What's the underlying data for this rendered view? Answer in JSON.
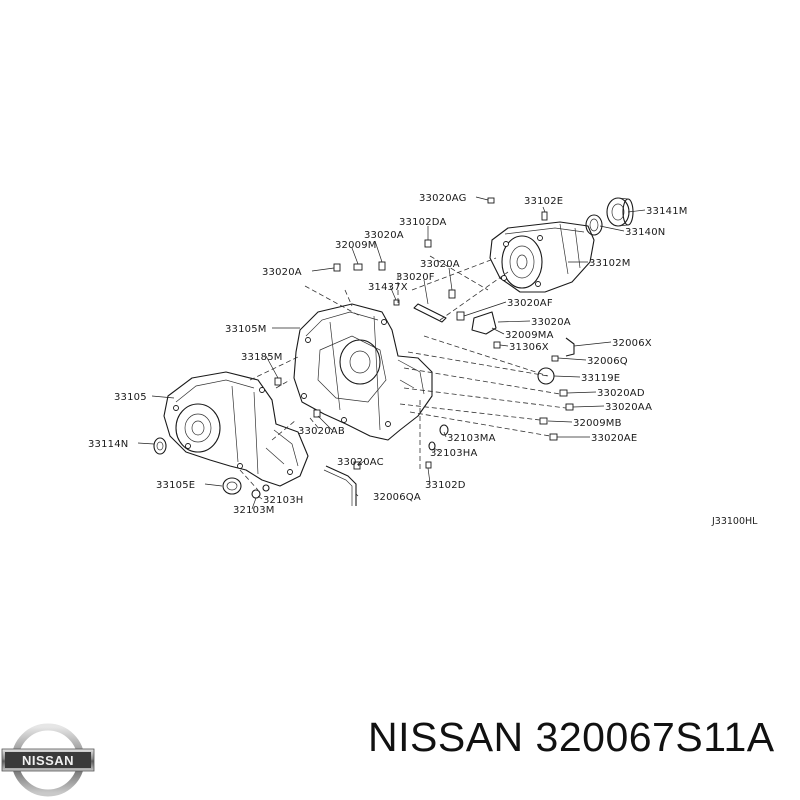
{
  "diagram": {
    "reference_code": "J33100HL",
    "callouts": [
      {
        "id": "c1",
        "text": "33020AG"
      },
      {
        "id": "c2",
        "text": "33102E"
      },
      {
        "id": "c3",
        "text": "33141M"
      },
      {
        "id": "c4",
        "text": "33140N"
      },
      {
        "id": "c5",
        "text": "33102DA"
      },
      {
        "id": "c6",
        "text": "33020A"
      },
      {
        "id": "c7",
        "text": "32009M"
      },
      {
        "id": "c8",
        "text": "33102M"
      },
      {
        "id": "c9",
        "text": "33020A"
      },
      {
        "id": "c10",
        "text": "33020A"
      },
      {
        "id": "c11",
        "text": "33020F"
      },
      {
        "id": "c12",
        "text": "31437X"
      },
      {
        "id": "c13",
        "text": "33020AF"
      },
      {
        "id": "c14",
        "text": "33105M"
      },
      {
        "id": "c15",
        "text": "33020A"
      },
      {
        "id": "c16",
        "text": "32009MA"
      },
      {
        "id": "c17",
        "text": "32006X"
      },
      {
        "id": "c18",
        "text": "31306X"
      },
      {
        "id": "c19",
        "text": "33185M"
      },
      {
        "id": "c20",
        "text": "32006Q"
      },
      {
        "id": "c21",
        "text": "33119E"
      },
      {
        "id": "c22",
        "text": "33105"
      },
      {
        "id": "c23",
        "text": "33020AD"
      },
      {
        "id": "c24",
        "text": "33020AA"
      },
      {
        "id": "c25",
        "text": "33020AB"
      },
      {
        "id": "c26",
        "text": "32103MA"
      },
      {
        "id": "c27",
        "text": "32009MB"
      },
      {
        "id": "c28",
        "text": "33114N"
      },
      {
        "id": "c29",
        "text": "33020AE"
      },
      {
        "id": "c30",
        "text": "32103HA"
      },
      {
        "id": "c31",
        "text": "33020AC"
      },
      {
        "id": "c32",
        "text": "33102D"
      },
      {
        "id": "c33",
        "text": "33105E"
      },
      {
        "id": "c34",
        "text": "32103H"
      },
      {
        "id": "c35",
        "text": "32006QA"
      },
      {
        "id": "c36",
        "text": "32103M"
      }
    ]
  },
  "brand": {
    "logo_text": "NISSAN",
    "caption": "NISSAN 320067S11A"
  }
}
